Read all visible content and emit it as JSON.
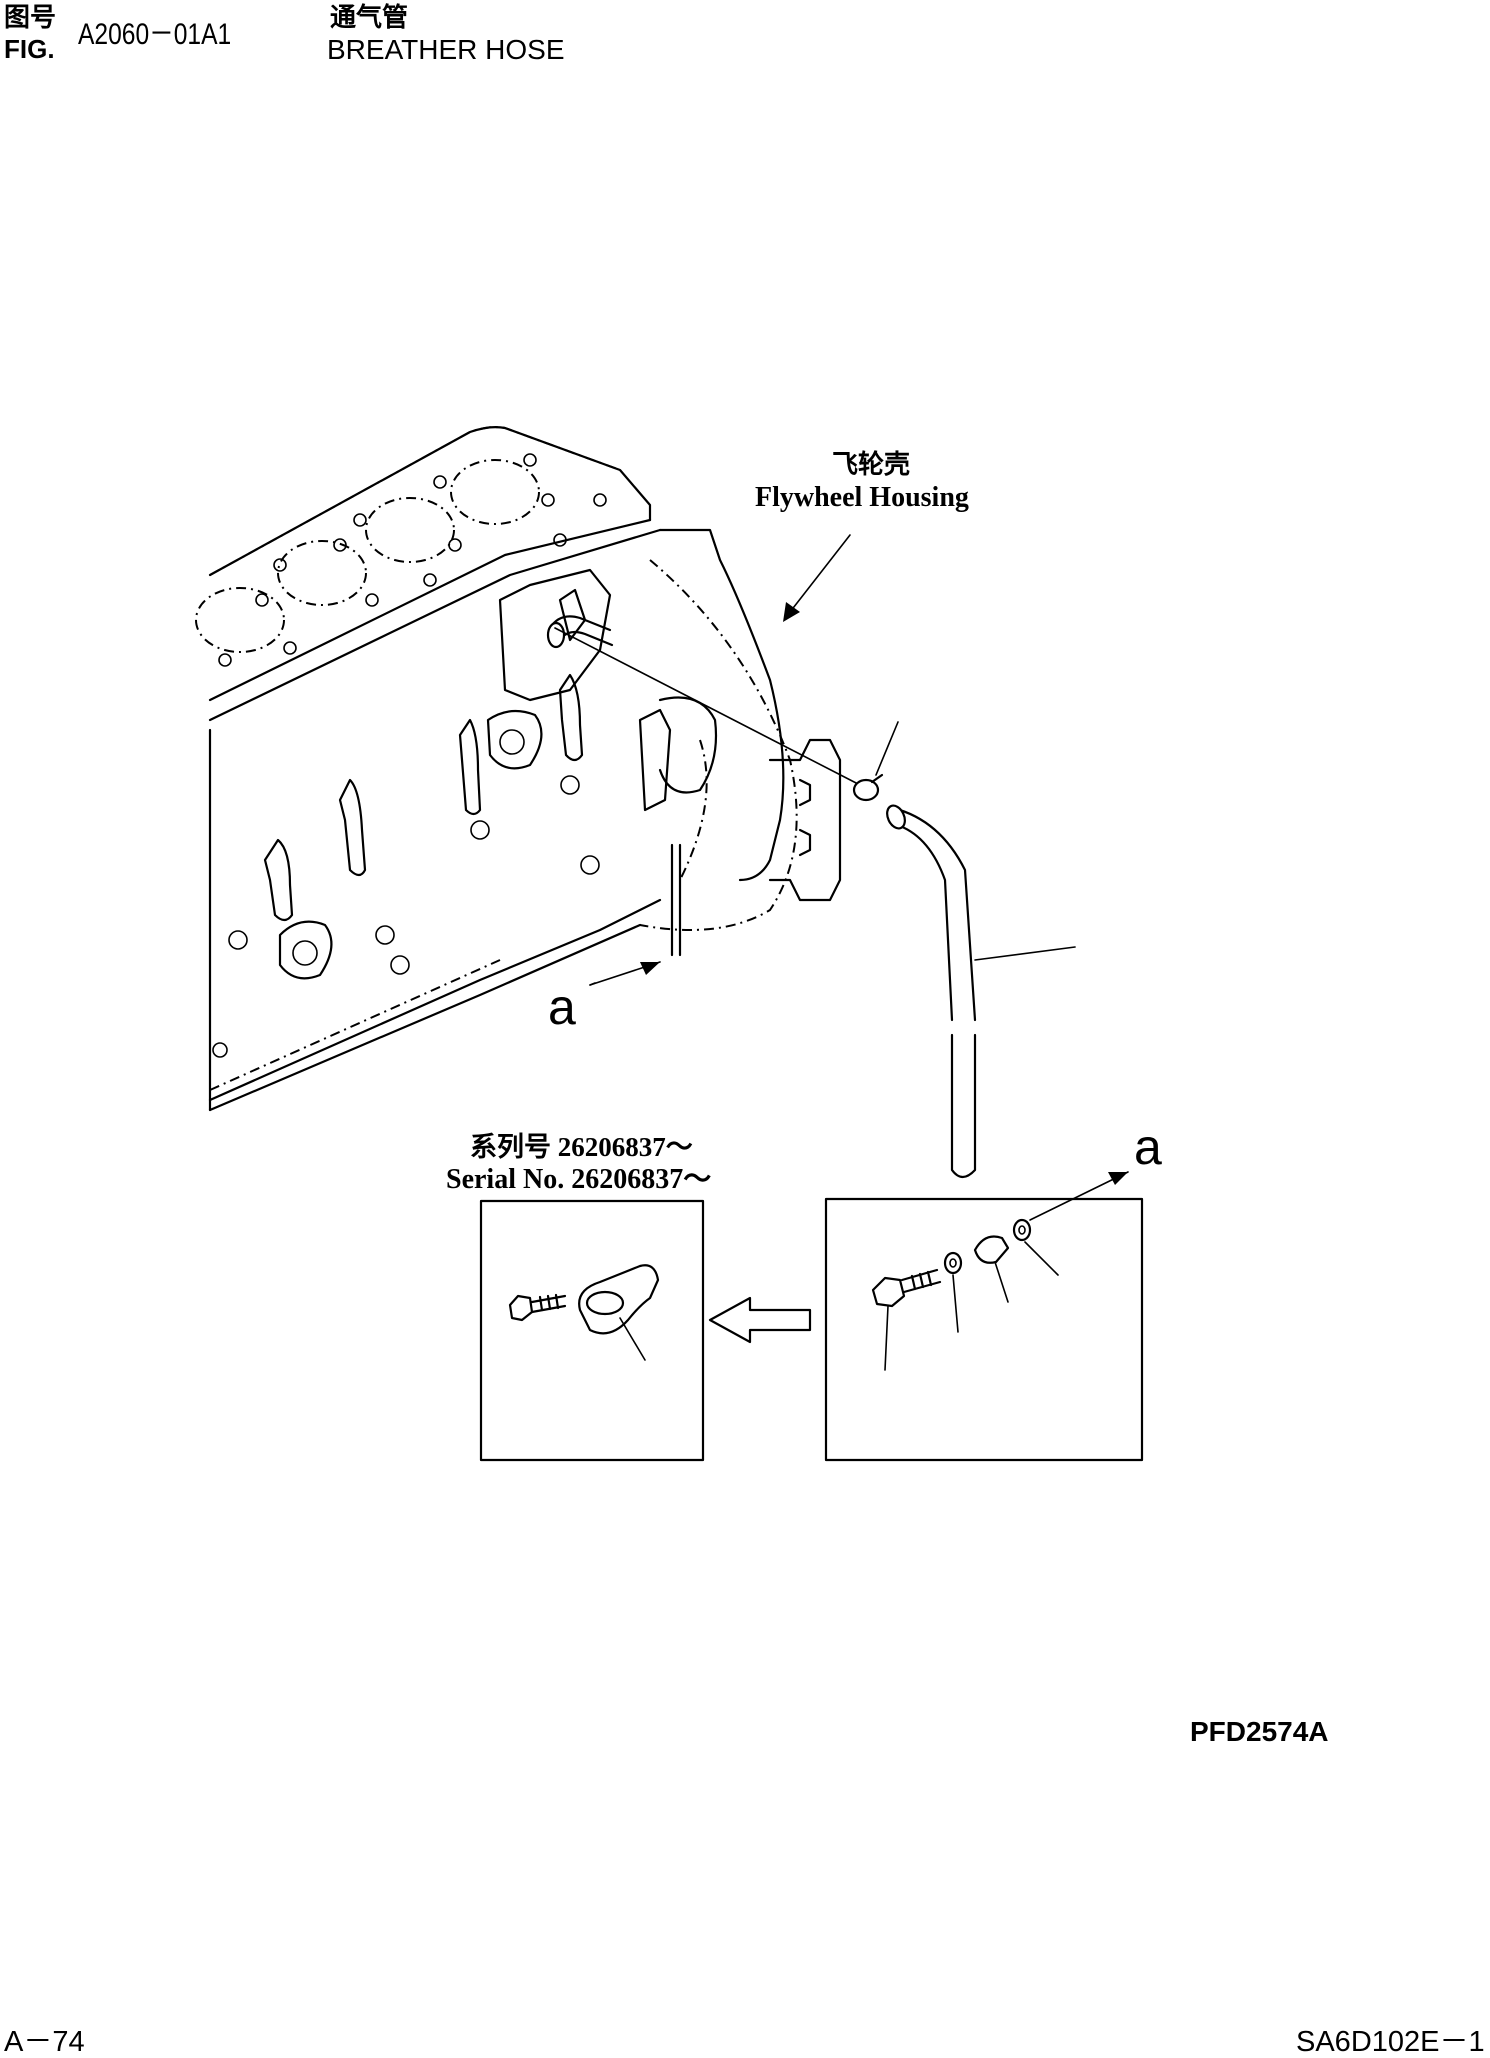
{
  "header": {
    "fig_label_cn": "图号",
    "fig_label_en": "FIG.",
    "fig_number": "A2060－01A1",
    "title_cn": "通气管",
    "title_en": "BREATHER HOSE"
  },
  "callouts": {
    "flywheel_cn": "飞轮壳",
    "flywheel_en": "Flywheel Housing",
    "view_marker_left": "a",
    "view_marker_right": "a",
    "serial_cn": "系列号 26206837～",
    "serial_en": "Serial No. 26206837～"
  },
  "footer": {
    "drawing_code": "PFD2574A",
    "page_number": "A－74",
    "model_code": "SA6D102E－1"
  }
}
